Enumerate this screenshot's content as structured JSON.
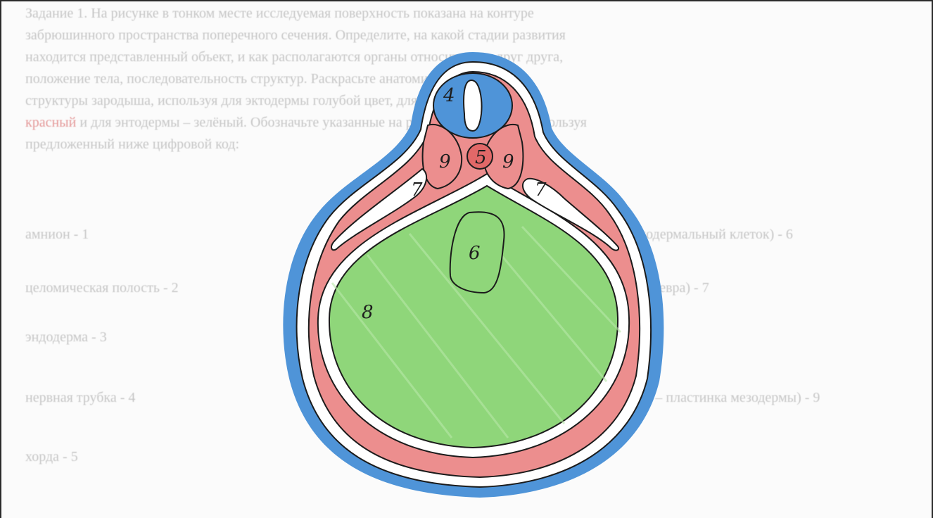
{
  "task_text": {
    "line1": "Задание 1. На рисунке в тонком месте исследуемая поверхность показана на контуре",
    "line2": "забрюшинного пространства поперечного сечения. Определите, на какой стадии развития",
    "line3": "находится представленный объект, и как располагаются органы относительно друг друга,",
    "line4": "положение тела, последовательность структур. Раскрасьте анатомические",
    "line5": "структуры зародыша, используя для эктодермы голубой цвет, для мезодермы –",
    "line6_red": "красный",
    "line6_rest": " и для энтодермы – зелёный. Обозначьте указанные на рисунке структуры, используя",
    "line7": "предложенный ниже цифровой код:"
  },
  "legend_left": [
    "амнион - 1",
    "целомическая полость - 2",
    "эндодерма - 3",
    "нервная трубка - 4",
    "хорда - 5"
  ],
  "legend_right": [
    "... (эндодермальный клеток) - 6",
    "... (соматоплевра) - 7",
    "... (спланхноплевра – пластинка мезодермы) - 9"
  ],
  "diagram_labels": {
    "neural_tube": "4",
    "notochord": "5",
    "somite_left": "9",
    "somite_right": "9",
    "nephrotome_left": "7",
    "nephrotome_right": "7",
    "gut": "6",
    "yolk": "8"
  },
  "colors": {
    "ectoderm": "#4f94d8",
    "mesoderm": "#ec8e8e",
    "endoderm": "#8fd67a",
    "outline": "#1b1b1b",
    "faded_text": "#9a9a9a",
    "accent_red": "#d24a4a"
  }
}
